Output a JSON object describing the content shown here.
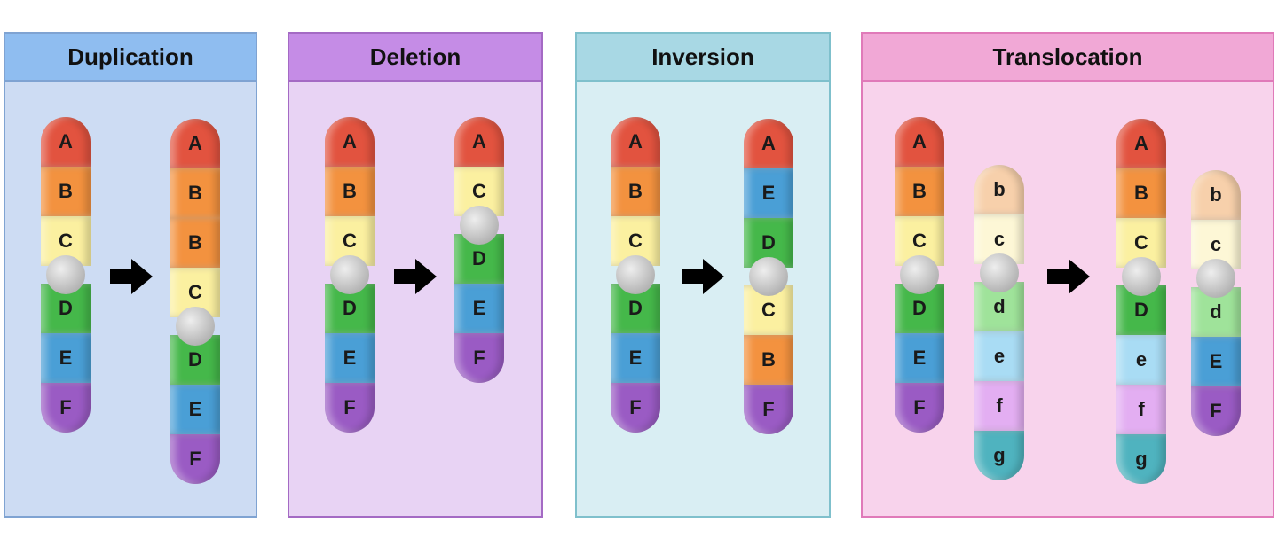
{
  "colors": {
    "A": "#e2533f",
    "B": "#f3923f",
    "C": "#fbf0a0",
    "D": "#45b84a",
    "E": "#4a9fd6",
    "F": "#9a5bc4",
    "b": "#f7d0ab",
    "c": "#fdf7d6",
    "d": "#9fe39a",
    "e": "#a9dcf4",
    "f": "#e3aef2",
    "g": "#4fb3bf"
  },
  "panels": [
    {
      "id": "dup",
      "title": "Duplication",
      "chromosomes": [
        {
          "p": [
            "A",
            "B",
            "C"
          ],
          "q": [
            "D",
            "E",
            "F"
          ]
        },
        {
          "p": [
            "A",
            "B",
            "B",
            "C"
          ],
          "q": [
            "D",
            "E",
            "F"
          ]
        }
      ]
    },
    {
      "id": "del",
      "title": "Deletion",
      "chromosomes": [
        {
          "p": [
            "A",
            "B",
            "C"
          ],
          "q": [
            "D",
            "E",
            "F"
          ]
        },
        {
          "p": [
            "A",
            "C"
          ],
          "q": [
            "D",
            "E",
            "F"
          ]
        }
      ]
    },
    {
      "id": "inv",
      "title": "Inversion",
      "chromosomes": [
        {
          "p": [
            "A",
            "B",
            "C"
          ],
          "q": [
            "D",
            "E",
            "F"
          ]
        },
        {
          "p": [
            "A",
            "E",
            "D"
          ],
          "q": [
            "C",
            "B",
            "F"
          ]
        }
      ]
    },
    {
      "id": "tra",
      "title": "Translocation",
      "chromosomes": [
        {
          "p": [
            "A",
            "B",
            "C"
          ],
          "q": [
            "D",
            "E",
            "F"
          ]
        },
        {
          "p": [
            "b",
            "c"
          ],
          "q": [
            "d",
            "e",
            "f",
            "g"
          ]
        },
        {
          "p": [
            "A",
            "B",
            "C"
          ],
          "q": [
            "D",
            "e",
            "f",
            "g"
          ]
        },
        {
          "p": [
            "b",
            "c"
          ],
          "q": [
            "d",
            "E",
            "F"
          ]
        }
      ]
    }
  ]
}
